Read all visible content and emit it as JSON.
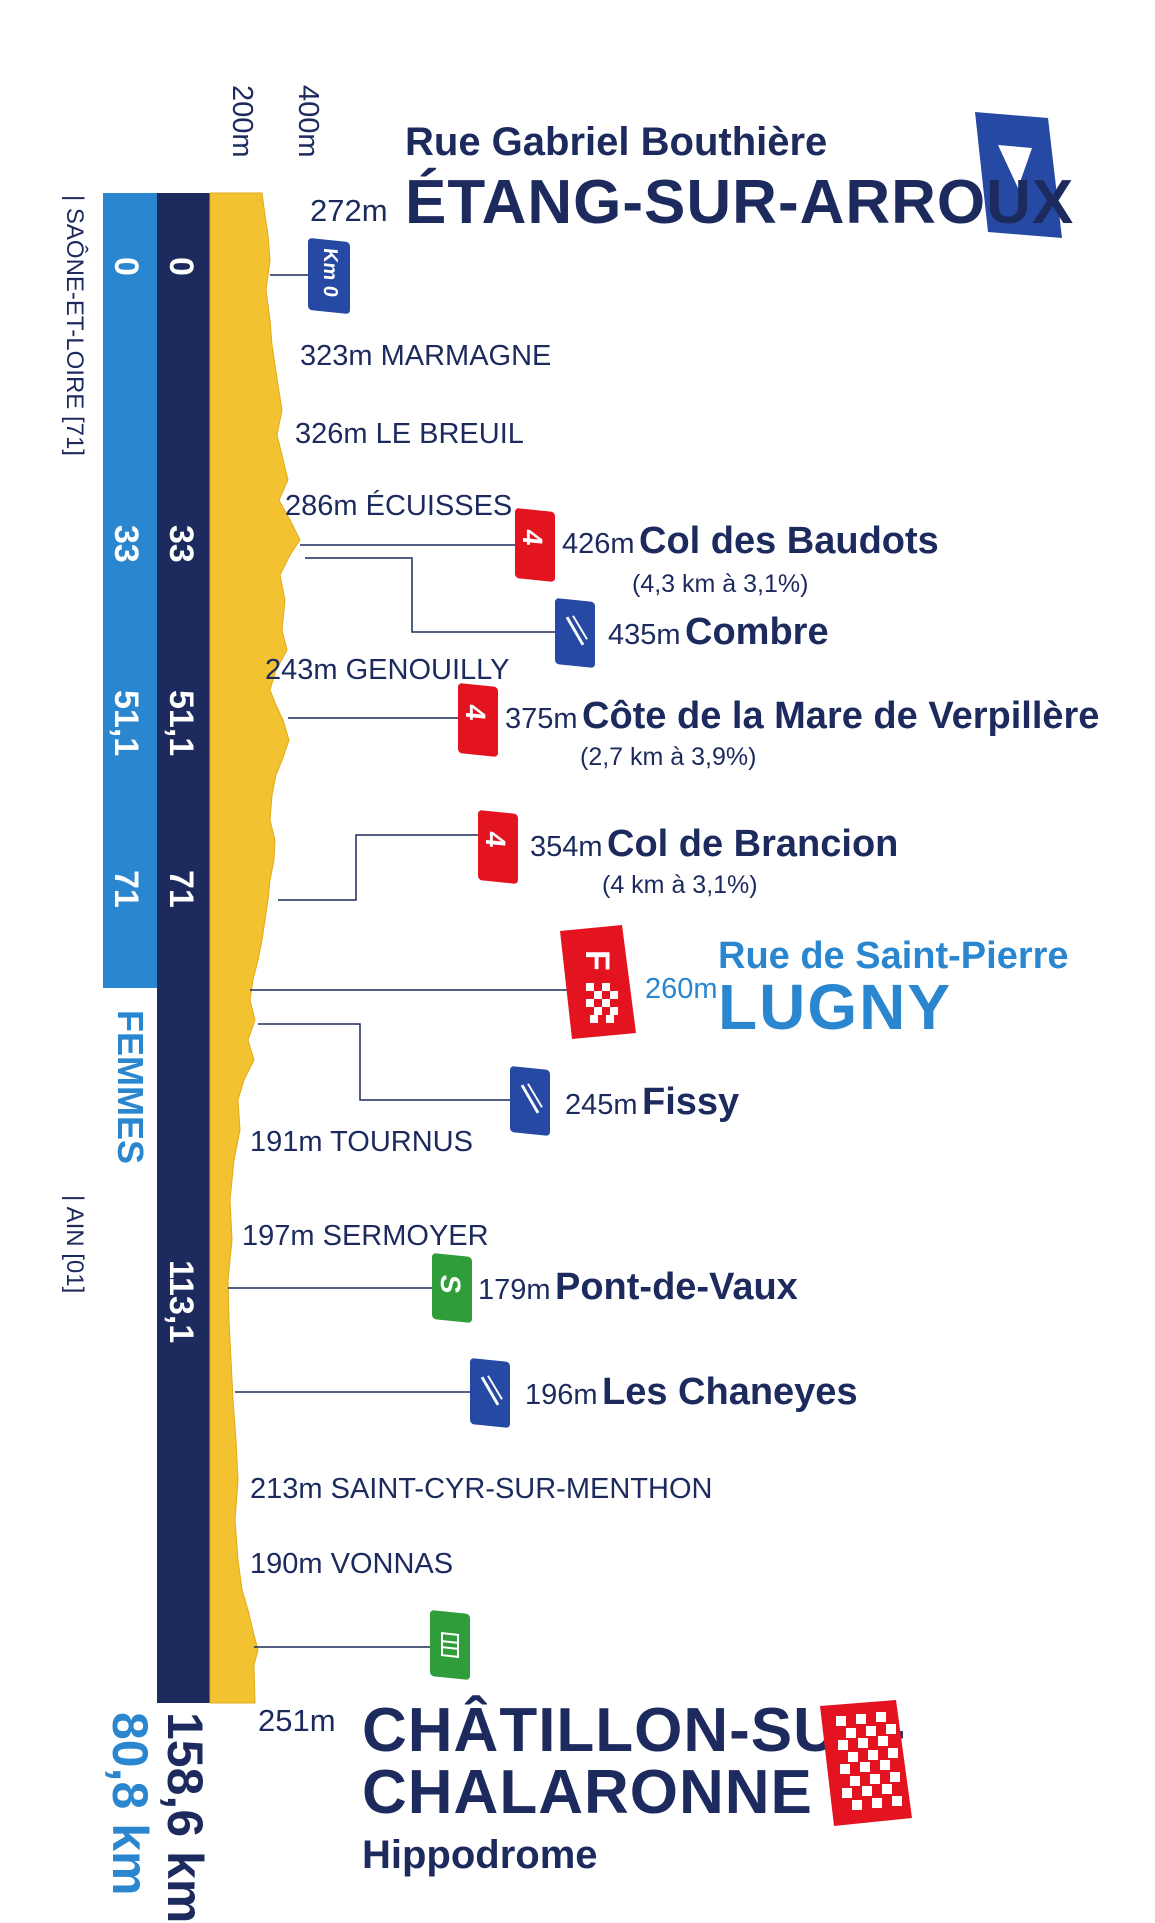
{
  "axis": {
    "tick_200": "200m",
    "tick_400": "400m"
  },
  "regions": {
    "saone": "| SAÔNE-ET-LOIRE [71]",
    "ain": "| AIN [01]"
  },
  "start": {
    "street": "Rue Gabriel Bouthière",
    "city": "ÉTANG-SUR-ARROUX",
    "alt": "272m",
    "km0": "Km 0"
  },
  "finish": {
    "alt": "251m",
    "city_line1": "CHÂTILLON-SUR-",
    "city_line2": "CHALARONNE",
    "venue": "Hippodrome",
    "total_men": "158,6 km",
    "total_women": "80,8 km"
  },
  "femmes_finish": {
    "street": "Rue de Saint-Pierre",
    "city": "LUGNY",
    "alt": "260m",
    "bar_label": "FEMMES"
  },
  "km_markers": {
    "women": [
      "0",
      "33",
      "51,1",
      "71"
    ],
    "men": [
      "0",
      "33",
      "51,1",
      "71",
      "113,1"
    ]
  },
  "waypoints": [
    {
      "alt": "323m",
      "name": "MARMAGNE"
    },
    {
      "alt": "326m",
      "name": "LE BREUIL"
    },
    {
      "alt": "286m",
      "name": "ÉCUISSES"
    },
    {
      "alt": "243m",
      "name": "GENOUILLY"
    },
    {
      "alt": "191m",
      "name": "TOURNUS"
    },
    {
      "alt": "197m",
      "name": "SERMOYER"
    },
    {
      "alt": "213m",
      "name": "SAINT-CYR-SUR-MENTHON"
    },
    {
      "alt": "190m",
      "name": "VONNAS"
    }
  ],
  "climbs": [
    {
      "cat": "4",
      "alt": "426m",
      "name": "Col des Baudots",
      "detail": "(4,3 km à 3,1%)"
    },
    {
      "cat": "4",
      "alt": "375m",
      "name": "Côte de la Mare de Verpillère",
      "detail": "(2,7 km à 3,9%)"
    },
    {
      "cat": "4",
      "alt": "354m",
      "name": "Col de Brancion",
      "detail": "(4 km à 3,1%)"
    }
  ],
  "feeds": [
    {
      "alt": "435m",
      "name": "Combre"
    },
    {
      "alt": "245m",
      "name": "Fissy"
    },
    {
      "alt": "196m",
      "name": "Les Chaneyes"
    }
  ],
  "sprint": {
    "badge": "S",
    "alt": "179m",
    "name": "Pont-de-Vaux"
  },
  "femmes_badge": "F",
  "colors": {
    "navy": "#1d2a5e",
    "blue": "#2a86cf",
    "gold": "#f2c230",
    "red": "#e3141f",
    "green": "#2f9e3a",
    "badge_blue": "#264aa3"
  }
}
